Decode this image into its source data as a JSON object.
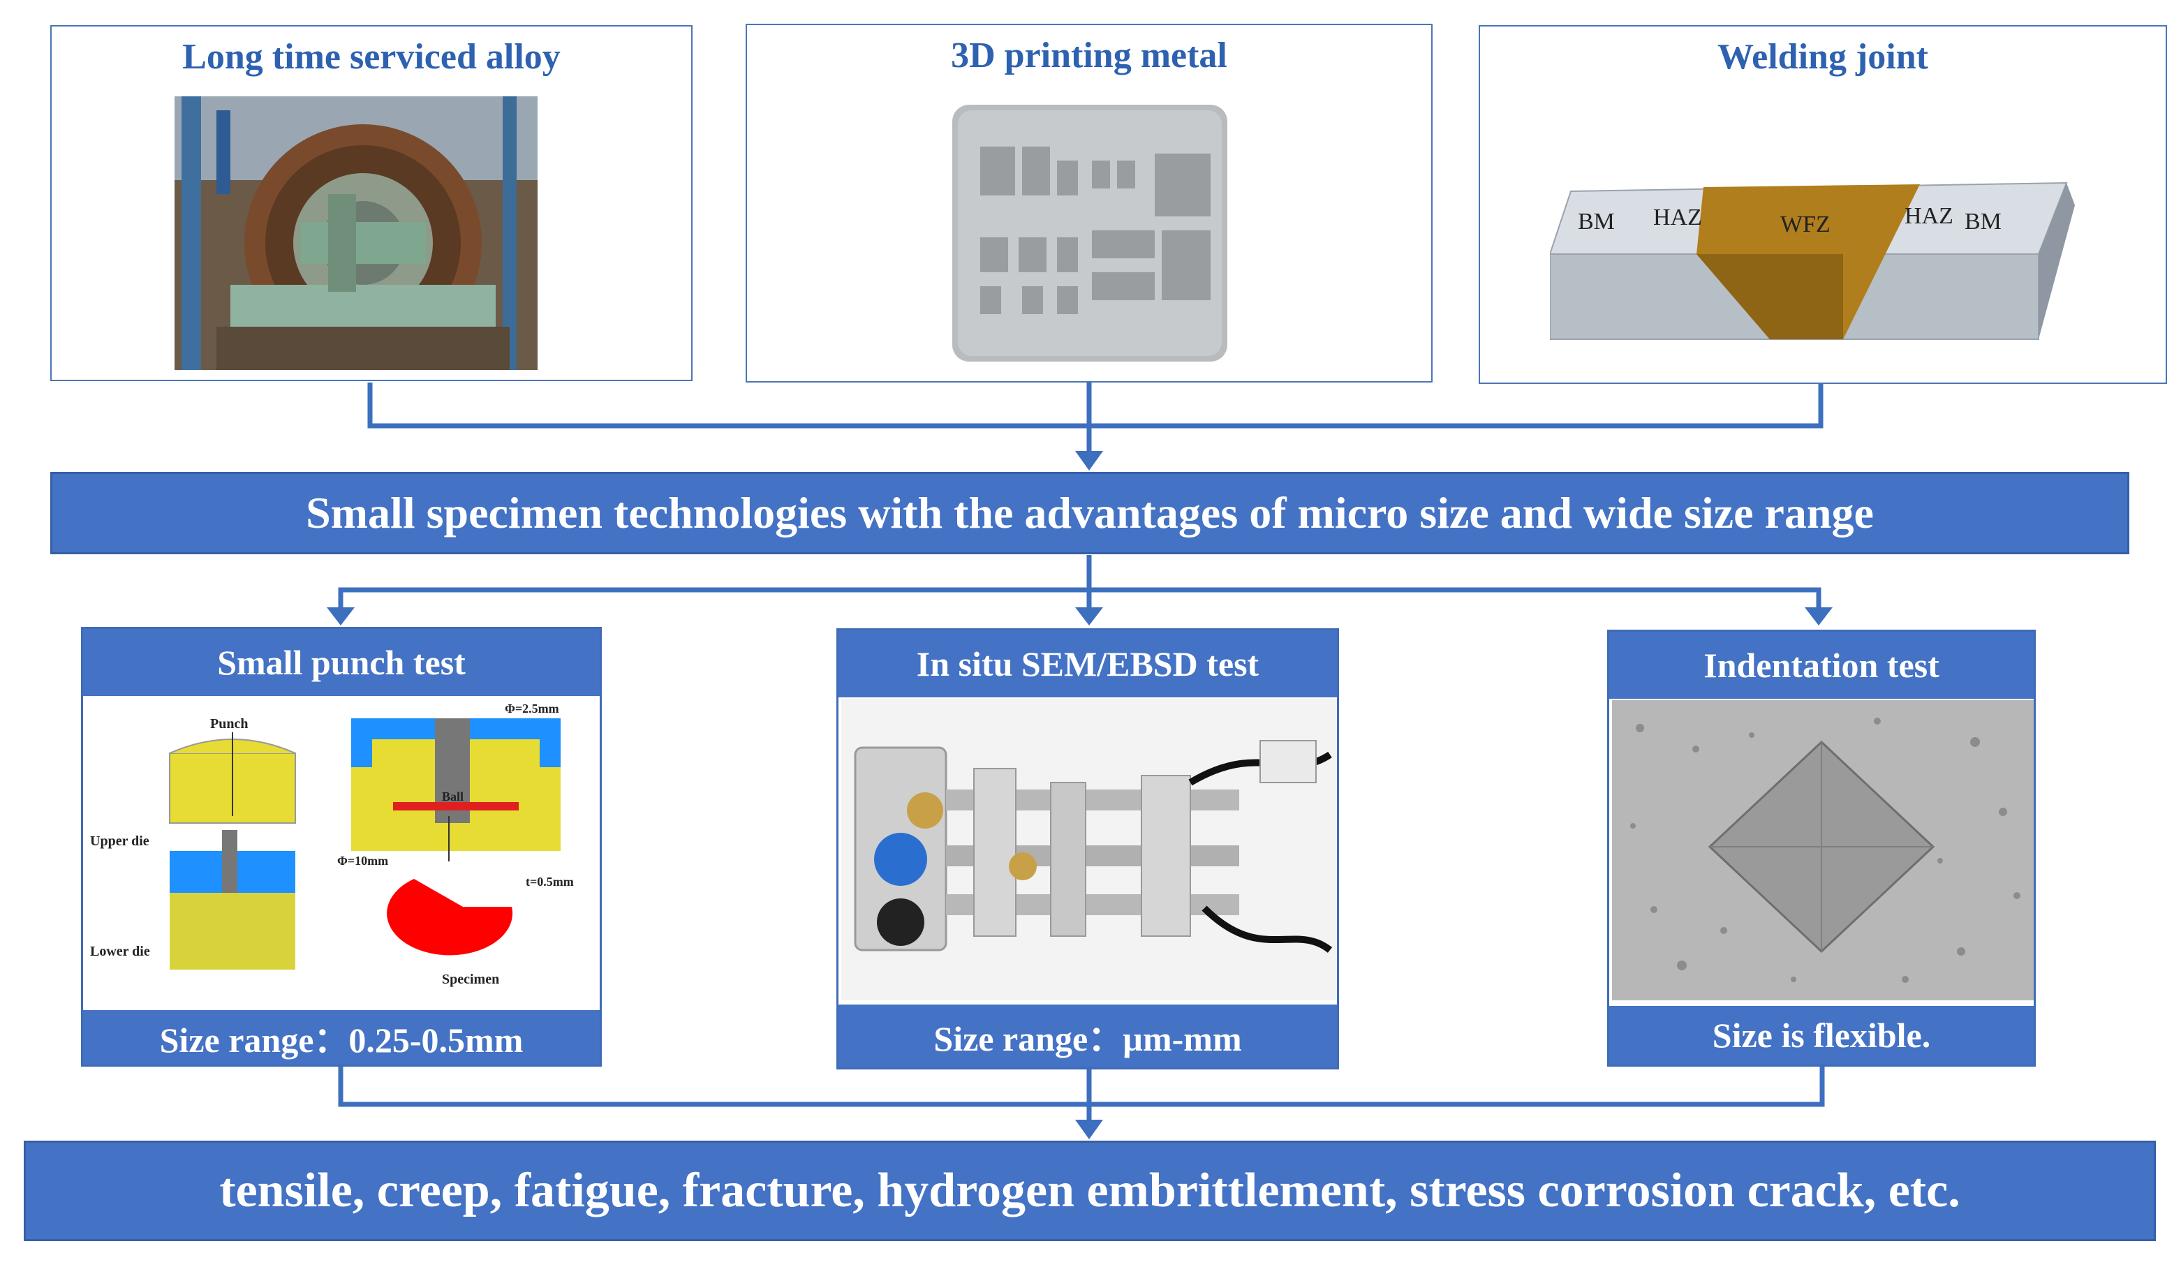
{
  "sources": [
    {
      "title": "Long time serviced alloy",
      "image": "industrial turbine photo"
    },
    {
      "title": "3D printing metal",
      "image": "additively manufactured metal plate photo"
    },
    {
      "title": "Welding joint",
      "zones": [
        "BM",
        "HAZ",
        "WFZ",
        "HAZ",
        "BM"
      ]
    }
  ],
  "center_banner": "Small specimen technologies with the advantages of micro size and wide size range",
  "methods": [
    {
      "title": "Small punch test",
      "size": "Size range：0.25-0.5mm",
      "schematic_labels": {
        "punch": "Punch",
        "upper_die": "Upper die",
        "lower_die": "Lower die",
        "phi_ball": "Φ=2.5mm",
        "ball": "Ball",
        "phi_spec": "Φ=10mm",
        "thickness": "t=0.5mm",
        "specimen": "Specimen"
      }
    },
    {
      "title": "In situ SEM/EBSD test",
      "size": "Size range：µm-mm",
      "image": "in situ tensile stage photo"
    },
    {
      "title": "Indentation test",
      "size": "Size is flexible.",
      "image": "micrograph with pyramidal indent"
    }
  ],
  "bottom_banner": "tensile, creep, fatigue, fracture, hydrogen embrittlement, stress corrosion crack, etc.",
  "colors": {
    "accent": "#4472c4",
    "title_blue": "#2e62b0",
    "connector": "#3d6fbf"
  }
}
